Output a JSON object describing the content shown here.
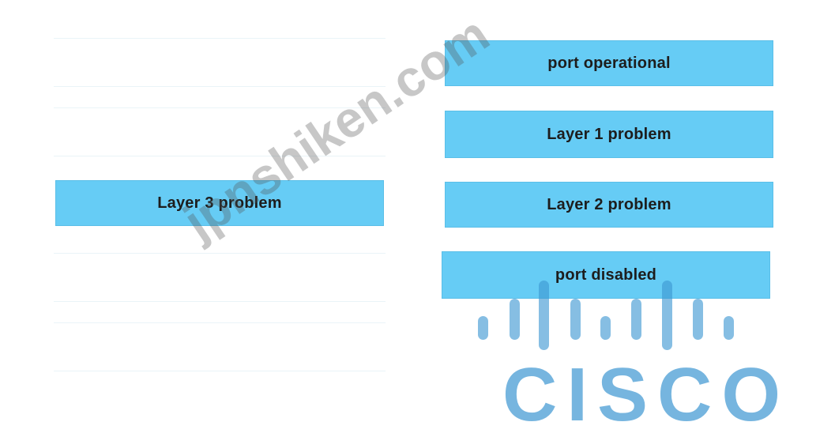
{
  "left_column": {
    "slots": [
      {
        "label": ""
      },
      {
        "label": ""
      },
      {
        "label": "Layer 3 problem"
      },
      {
        "label": ""
      },
      {
        "label": ""
      }
    ]
  },
  "right_column": {
    "options": [
      {
        "label": "port operational"
      },
      {
        "label": "Layer 1 problem"
      },
      {
        "label": "Layer 2 problem"
      },
      {
        "label": "port disabled"
      }
    ]
  },
  "watermark": {
    "text": "jpnshiken.com"
  },
  "logo": {
    "text": "CISCO",
    "color": "#3c96d2"
  },
  "colors": {
    "chip_fill": "#66ccf5",
    "chip_border": "#5bbfe8",
    "slot_border": "#eaf4f8"
  }
}
